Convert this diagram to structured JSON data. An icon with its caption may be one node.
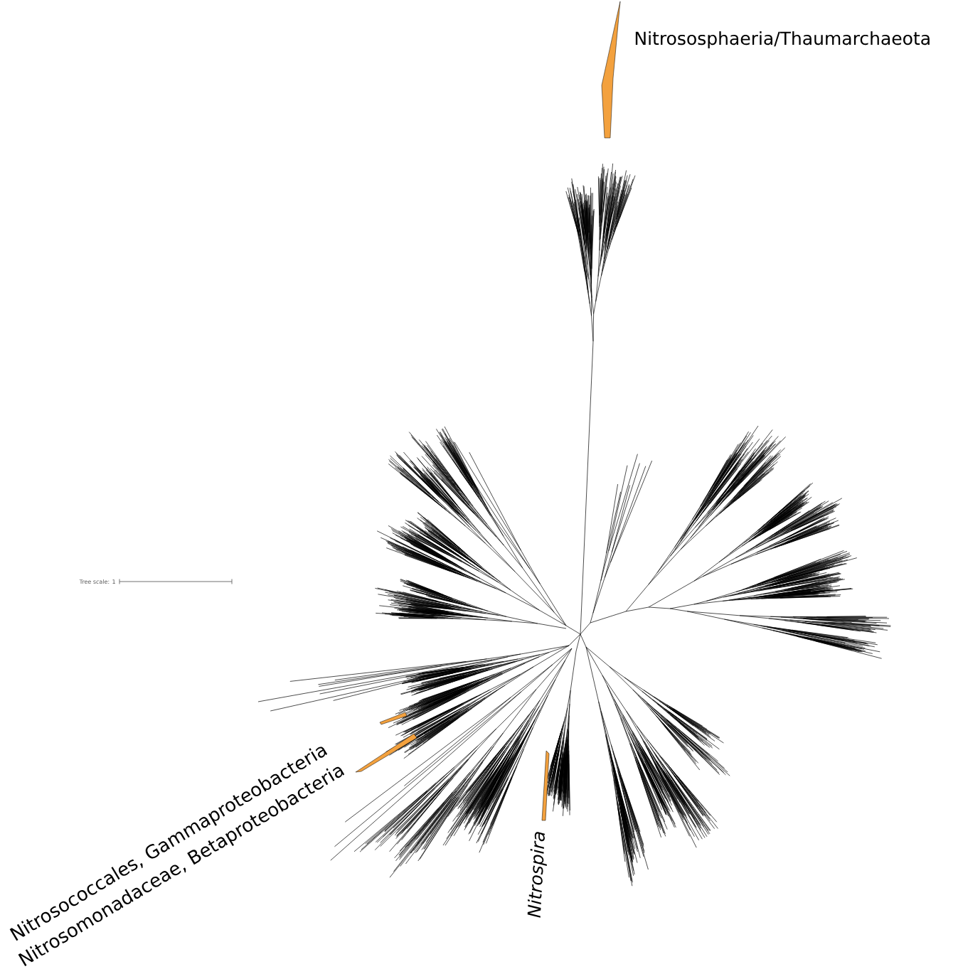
{
  "diagram": {
    "labels": [
      "Nitrososphaeria/Thaumarchaeota",
      "Tree scale: 1",
      "Nitrosococcales, Gammaproteobacteria",
      "Nitrosomonadaceae, Betaproteobacteria",
      "Nitrospira"
    ]
  }
}
